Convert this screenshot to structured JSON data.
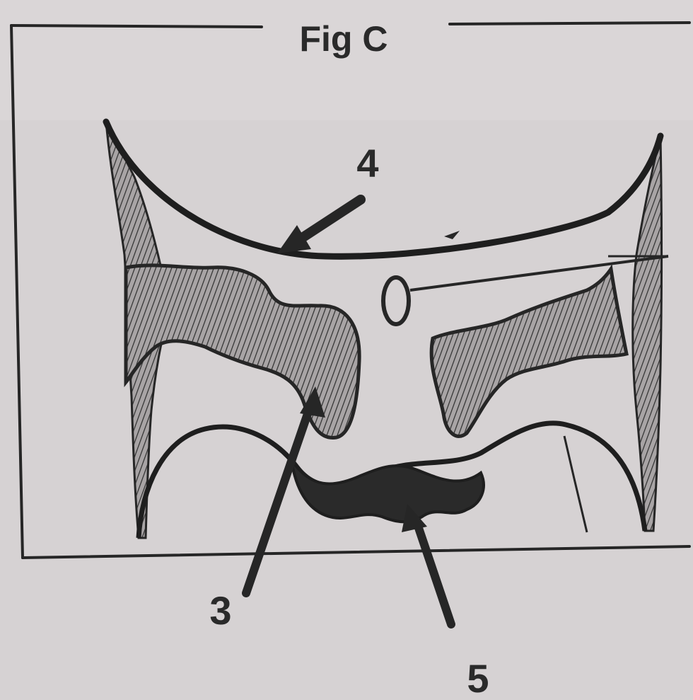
{
  "figure": {
    "title": "Fig C",
    "labels": [
      "4",
      "3",
      "5"
    ]
  },
  "colors": {
    "paper": "#d6d2d3",
    "ink": "#262626",
    "hatch_fill": "#8f8b8c"
  }
}
